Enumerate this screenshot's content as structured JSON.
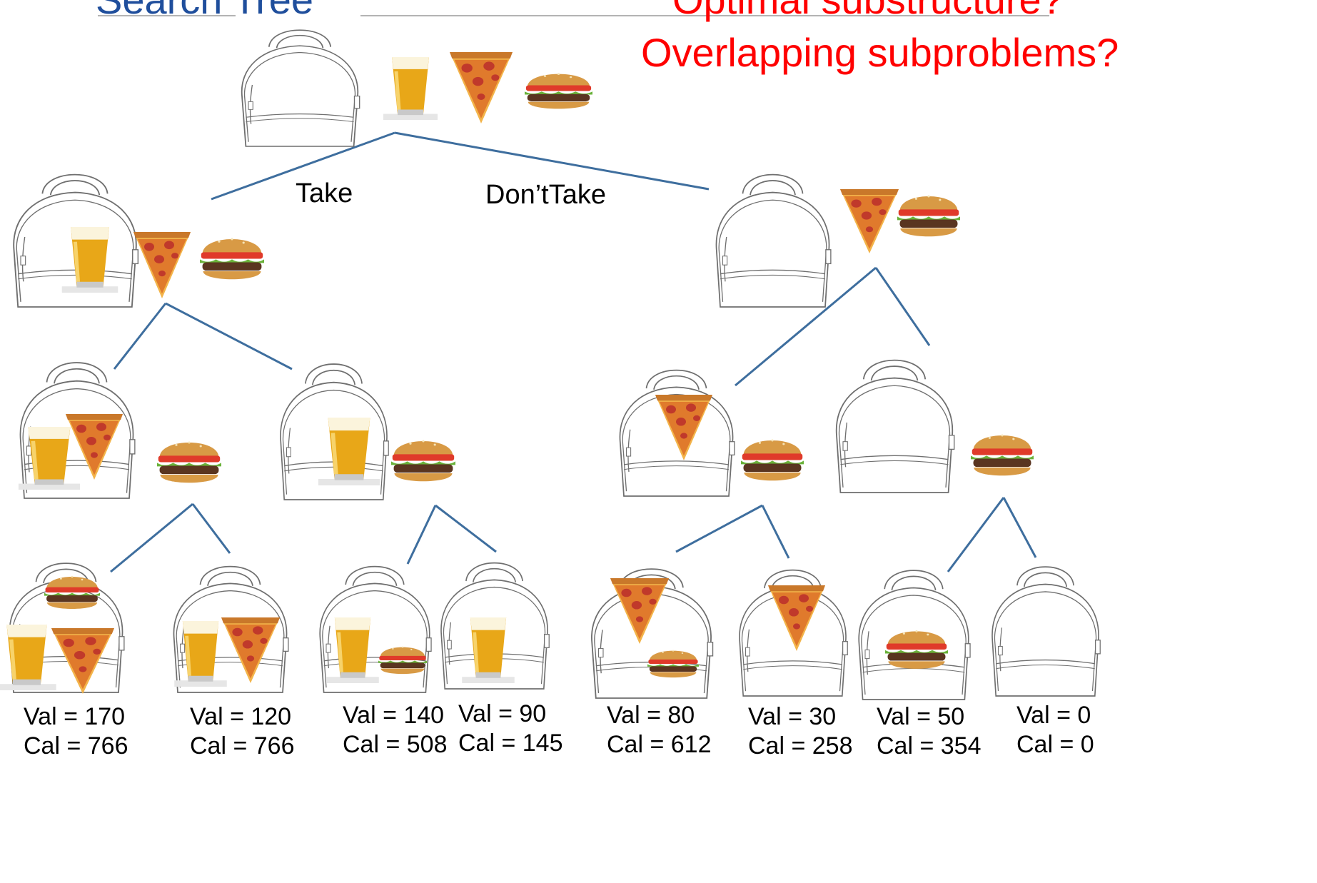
{
  "title": "Search Tree",
  "questions": {
    "optimal_substructure": "Optimal substructure?",
    "overlapping_subproblems": "Overlapping subproblems?"
  },
  "edge_labels": {
    "take": "Take",
    "dont_take": "Don’tTake"
  },
  "leaves": [
    {
      "val": "Val = 170",
      "cal": "Cal = 766"
    },
    {
      "val": "Val = 120",
      "cal": "Cal = 766"
    },
    {
      "val": "Val = 140",
      "cal": "Cal = 508"
    },
    {
      "val": "Val = 90",
      "cal": "Cal = 145"
    },
    {
      "val": "Val = 80",
      "cal": "Cal = 612"
    },
    {
      "val": "Val = 30",
      "cal": "Cal = 258"
    },
    {
      "val": "Val = 50",
      "cal": "Cal = 354"
    },
    {
      "val": "Val = 0",
      "cal": "Cal = 0"
    }
  ],
  "colors": {
    "title": "#1f4e9c",
    "question": "#ff0000",
    "edge": "#3e6e9e",
    "backpack": "#6f6f6f",
    "rule": "#9a9a9a"
  },
  "icons": {
    "backpack": "backpack-icon",
    "beer": "beer-icon",
    "pizza": "pizza-slice-icon",
    "burger": "burger-icon"
  }
}
